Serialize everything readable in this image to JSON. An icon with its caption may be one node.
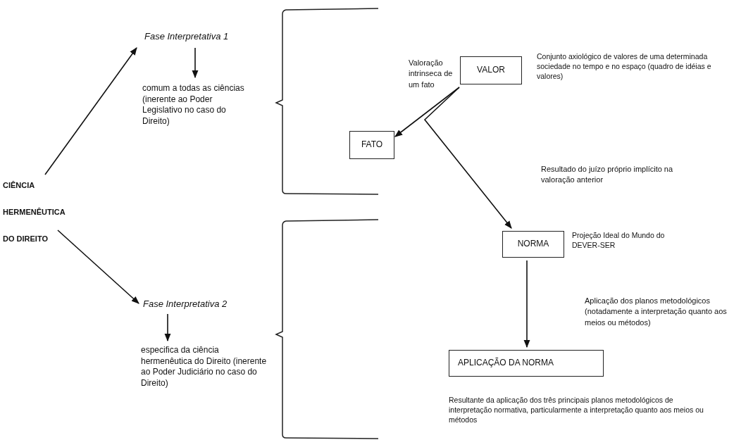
{
  "diagram": {
    "nodes": [
      {
        "text": [
          "CIÊNCIA HERMENÊUTICA DO DIREITO"
        ]
      },
      {
        "text": [
          "Fase Interpretativa 1"
        ]
      },
      {
        "text": [
          "comum a todas as ciências (inerente ao Poder Legislativo no caso do Direito)"
        ]
      },
      {
        "text": [
          "Fase Interpretativa 2"
        ]
      },
      {
        "text": [
          "especifica da ciência hermenêutica do Direito (inerente ao Poder Judiciário no caso do Direito)"
        ]
      },
      {
        "text": [
          "VALOR"
        ],
        "beside": [
          "Conjunto axiológico de valores de uma determinada sociedade no tempo e no espaço (quadro de idéias e valores)"
        ]
      },
      {
        "text": [
          "FATO"
        ]
      },
      {
        "text": [
          "NORMA"
        ],
        "beside": [
          "Projeção Ideal do Mundo do DEVER-SER"
        ]
      },
      {
        "text": [
          "APLICAÇÃO DA NORMA"
        ],
        "beside": [
          "Resultante da aplicação dos três principais planos metodológicos de interpretação normativa, particularmente a interpretação quanto aos meios ou métodos"
        ]
      }
    ],
    "edges": [
      {
        "from": 0,
        "to": 1,
        "arrow": "to"
      },
      {
        "from": 0,
        "to": 3,
        "arrow": "to"
      },
      {
        "from": 1,
        "to": 2,
        "arrow": "to"
      },
      {
        "from": 3,
        "to": 4,
        "arrow": "to"
      },
      {
        "from": 5,
        "to": 6,
        "arrow": "to"
      },
      {
        "from": 5,
        "to": 7,
        "arrow": "to"
      },
      {
        "from": 7,
        "to": 8,
        "arrow": "to"
      }
    ],
    "labels": [
      "Valoração intrinseca de um fato",
      "Resultado do juízo próprio implícito na valoração anterior",
      "Aplicação dos planos metodológicos (notadamente a interpretação quanto aos meios ou métodos)"
    ]
  }
}
